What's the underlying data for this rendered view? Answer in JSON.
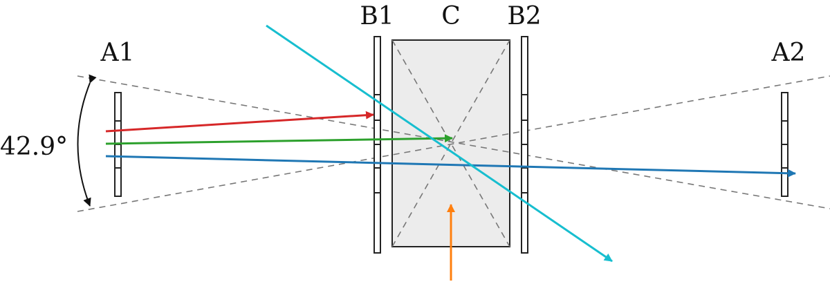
{
  "labels": {
    "a1": "A1",
    "a2": "A2",
    "b1": "B1",
    "b2": "B2",
    "c": "C",
    "angle": "42.9°"
  },
  "colors": {
    "red_ray": "#d62728",
    "green_ray": "#2ca02c",
    "blue_ray": "#1f77b4",
    "cyan_ray": "#17becf",
    "orange_ray": "#ff7f0e",
    "cell_fill": "#ececec",
    "frame": "#222222",
    "dashed": "#777777"
  }
}
